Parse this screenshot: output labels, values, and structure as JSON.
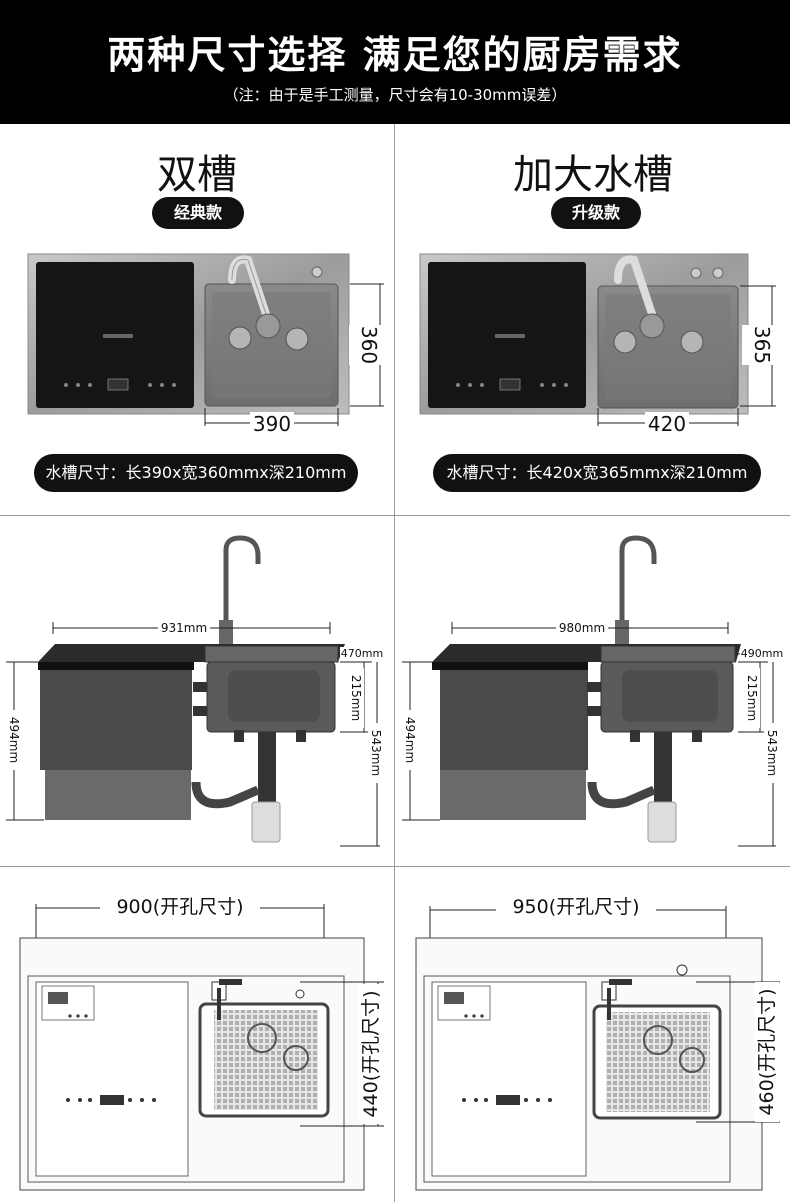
{
  "header": {
    "title": "两种尺寸选择 满足您的厨房需求",
    "note": "（注：由于是手工测量，尺寸会有10-30mm误差）"
  },
  "left": {
    "title": "双槽",
    "badge": "经典款",
    "top_width": "390",
    "top_depth": "360",
    "spec": "水槽尺寸：长390x宽360mmx深210mm",
    "side_total": "931mm",
    "side_width": "470mm",
    "side_bowl_depth": "215mm",
    "side_left_height": "494mm",
    "side_right_height": "543mm",
    "cut_width": "900(开孔尺寸)",
    "cut_depth": "440(开孔尺寸)"
  },
  "right": {
    "title": "加大水槽",
    "badge": "升级款",
    "top_width": "420",
    "top_depth": "365",
    "spec": "水槽尺寸：长420x宽365mmx深210mm",
    "side_total": "980mm",
    "side_width": "490mm",
    "side_bowl_depth": "215mm",
    "side_left_height": "494mm",
    "side_right_height": "543mm",
    "cut_width": "950(开孔尺寸)",
    "cut_depth": "460(开孔尺寸)"
  },
  "colors": {
    "header_bg": "#000000",
    "steel": "#a8a8a8",
    "dark_panel": "#1a1a1a",
    "body_grey": "#4a4a4a"
  }
}
